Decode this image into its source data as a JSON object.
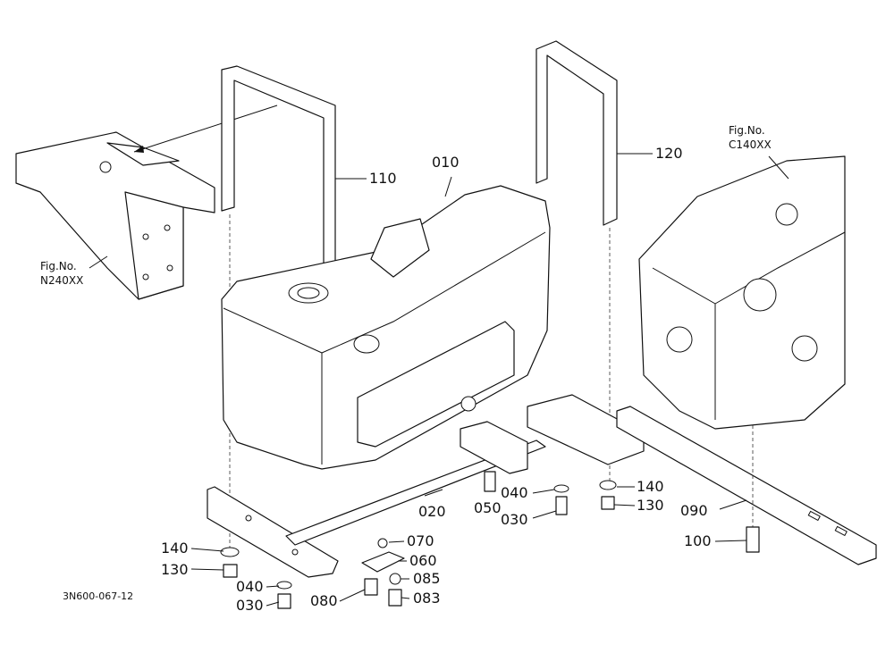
{
  "diagram": {
    "drawing_code": "3N600-067-12",
    "references": [
      {
        "id": "ref-n240",
        "line1": "Fig.No.",
        "line2": "N240XX"
      },
      {
        "id": "ref-c140",
        "line1": "Fig.No.",
        "line2": "C140XX"
      }
    ],
    "parts": [
      {
        "id": "010"
      },
      {
        "id": "020"
      },
      {
        "id": "030a",
        "label": "030"
      },
      {
        "id": "030b",
        "label": "030"
      },
      {
        "id": "040a",
        "label": "040"
      },
      {
        "id": "040b",
        "label": "040"
      },
      {
        "id": "050"
      },
      {
        "id": "060"
      },
      {
        "id": "070"
      },
      {
        "id": "080"
      },
      {
        "id": "083"
      },
      {
        "id": "085"
      },
      {
        "id": "090"
      },
      {
        "id": "100"
      },
      {
        "id": "110"
      },
      {
        "id": "120"
      },
      {
        "id": "130a",
        "label": "130"
      },
      {
        "id": "130b",
        "label": "130"
      },
      {
        "id": "140a",
        "label": "140"
      },
      {
        "id": "140b",
        "label": "140"
      }
    ]
  }
}
